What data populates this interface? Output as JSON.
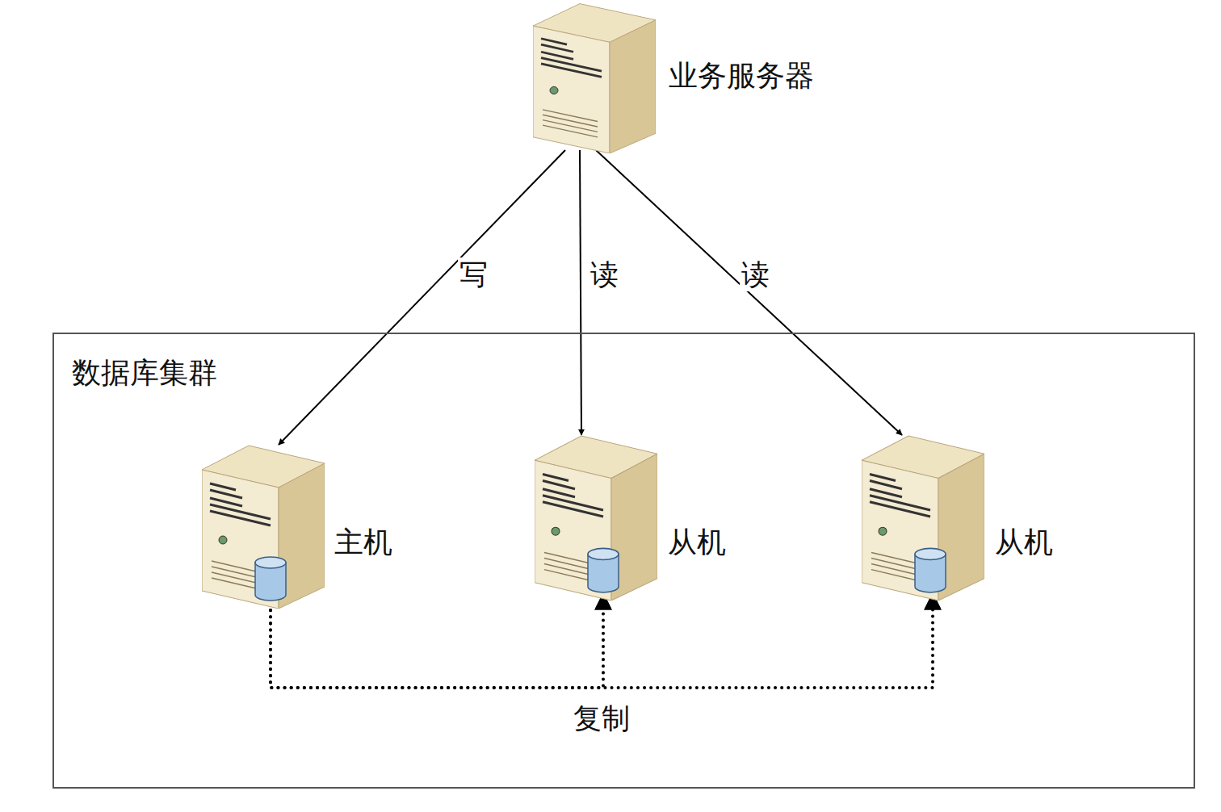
{
  "diagram": {
    "nodes": [
      {
        "text": [
          "业务服务器"
        ]
      },
      {
        "text": [
          "数据库集群"
        ]
      },
      {
        "text": [
          "主机"
        ],
        "in": 1
      },
      {
        "text": [
          "从机"
        ],
        "in": 1
      },
      {
        "text": [
          "从机"
        ],
        "in": 1
      }
    ],
    "edges": [
      {
        "from": 0,
        "to": 2,
        "label": "写",
        "arrow": "to"
      },
      {
        "from": 0,
        "to": 3,
        "label": "读",
        "arrow": "to"
      },
      {
        "from": 0,
        "to": 4,
        "label": "读",
        "arrow": "to"
      },
      {
        "from": 2,
        "to": 3,
        "label": "复制",
        "arrow": "to"
      },
      {
        "from": 2,
        "to": 4,
        "arrow": "to"
      }
    ]
  }
}
